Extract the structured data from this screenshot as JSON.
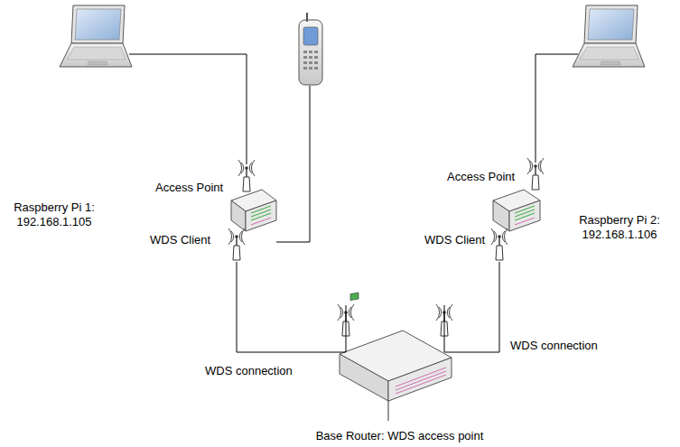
{
  "diagram": {
    "nodes": [
      {
        "text": [
          "Raspberry Pi 1: 192.168.1.105",
          "Access Point",
          "WDS Client"
        ]
      },
      {
        "text": [
          "Raspberry Pi 2: 192.168.1.106",
          "Access Point",
          "WDS Client"
        ]
      },
      {
        "text": [
          "Base Router: WDS access point"
        ]
      }
    ],
    "edges": [
      {
        "from": 0,
        "to": 2,
        "arrow": "none",
        "label": "WDS connection"
      },
      {
        "from": 1,
        "to": 2,
        "arrow": "none",
        "label": "WDS connection"
      }
    ]
  }
}
